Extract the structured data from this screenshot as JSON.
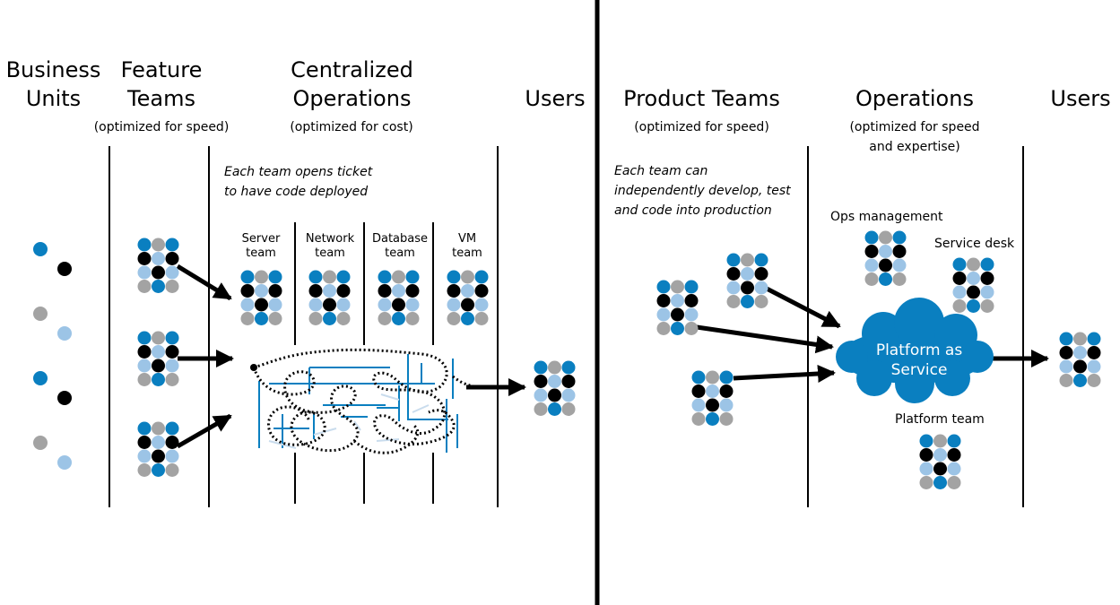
{
  "colors": {
    "blue": "#0a7fc0",
    "light_blue": "#9cc4e6",
    "gray": "#a3a3a3",
    "black": "#000000",
    "cloud": "#0a7fc0",
    "maze": "#0a7fc0"
  },
  "left": {
    "business_units": {
      "line1": "Business",
      "line2": "Units"
    },
    "feature_teams": {
      "line1": "Feature",
      "line2": "Teams",
      "sub": "(optimized for speed)"
    },
    "centralized_ops": {
      "line1": "Centralized",
      "line2": "Operations",
      "sub": "(optimized for cost)"
    },
    "users": "Users",
    "note": {
      "line1": "Each team opens ticket",
      "line2": "to have code deployed"
    },
    "teams": [
      {
        "line1": "Server",
        "line2": "team"
      },
      {
        "line1": "Network",
        "line2": "team"
      },
      {
        "line1": "Database",
        "line2": "team"
      },
      {
        "line1": "VM",
        "line2": "team"
      }
    ]
  },
  "right": {
    "product_teams": {
      "title": "Product Teams",
      "sub": "(optimized for speed)"
    },
    "operations": {
      "title": "Operations",
      "sub1": "(optimized for speed",
      "sub2": "and expertise)"
    },
    "users": "Users",
    "note": {
      "line1": "Each team can",
      "line2": "independently develop, test",
      "line3": "and code into production"
    },
    "ops_management": "Ops management",
    "service_desk": "Service desk",
    "platform_team": "Platform team",
    "cloud": {
      "line1": "Platform as",
      "line2": "Service"
    }
  }
}
